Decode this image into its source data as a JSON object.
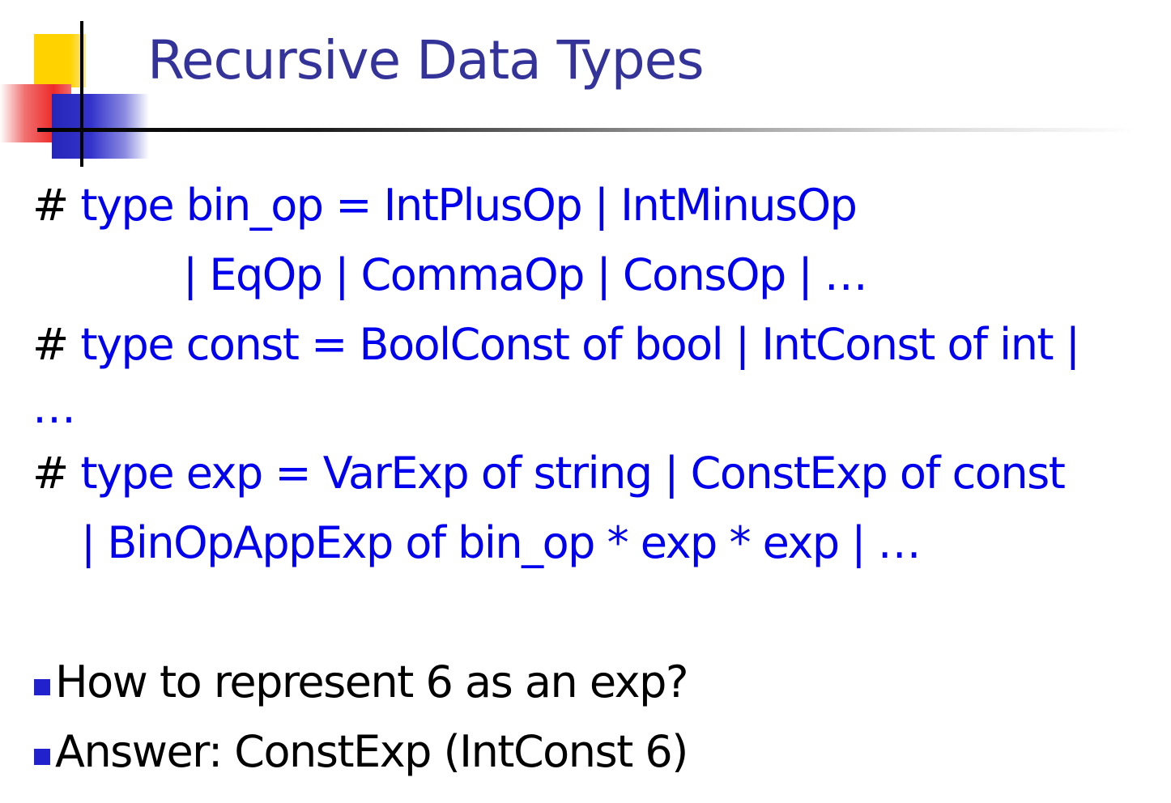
{
  "slide": {
    "title": "Recursive Data Types",
    "code_lines": [
      {
        "prompt": "#",
        "text": "type bin_op = IntPlusOp |  IntMinusOp"
      },
      {
        "prompt": "",
        "text": "|  EqOp | CommaOp | ConsOp | …"
      },
      {
        "prompt": "#",
        "text": "type const = BoolConst of bool | IntConst of int |"
      },
      {
        "prompt": "",
        "text": "…"
      },
      {
        "prompt": "#",
        "text": "type exp = VarExp of string | ConstExp of const"
      },
      {
        "prompt": "",
        "text": "| BinOpAppExp of bin_op * exp * exp  | …"
      }
    ],
    "bullets": [
      "How to represent 6 as an exp?",
      "Answer: ConstExp (IntConst 6)"
    ]
  },
  "colors": {
    "title": "#333399",
    "code": "#0000ee",
    "bullet": "#2222cc"
  }
}
